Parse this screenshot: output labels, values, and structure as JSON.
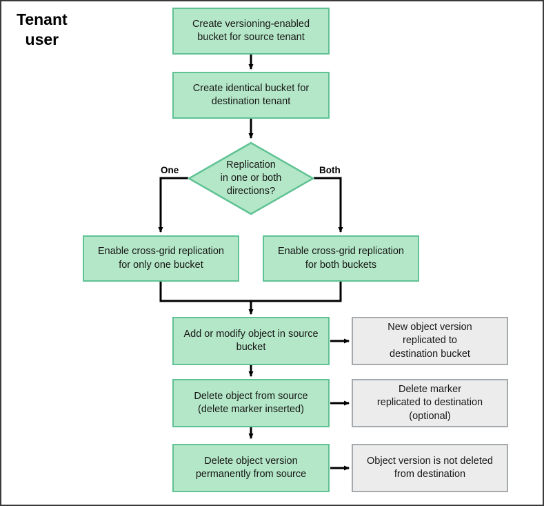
{
  "diagram": {
    "title": "Tenant\nuser",
    "colors": {
      "process_fill": "#b4e7c7",
      "process_border": "#5fc294",
      "result_fill": "#ececec",
      "result_border": "#a3a9ad",
      "connector": "#000000",
      "frame": "#3a3a3a"
    },
    "nodes": {
      "create_source_bucket": "Create versioning-enabled\nbucket for source tenant",
      "create_destination_bucket": "Create identical bucket for\ndestination tenant",
      "decision": "Replication\nin one or both\ndirections?",
      "enable_one_bucket": "Enable cross-grid replication\nfor only one bucket",
      "enable_both_buckets": "Enable cross-grid replication\nfor both buckets",
      "add_or_modify": "Add or modify object in source\nbucket",
      "delete_object": "Delete object from source\n(delete marker inserted)",
      "delete_version": "Delete object version\npermanently from source",
      "result_new_version": "New object version\nreplicated to\ndestination bucket",
      "result_delete_marker": "Delete marker\nreplicated to destination\n(optional)",
      "result_version_not_deleted": "Object version is not deleted\nfrom destination"
    },
    "edge_labels": {
      "one": "One",
      "both": "Both"
    }
  }
}
